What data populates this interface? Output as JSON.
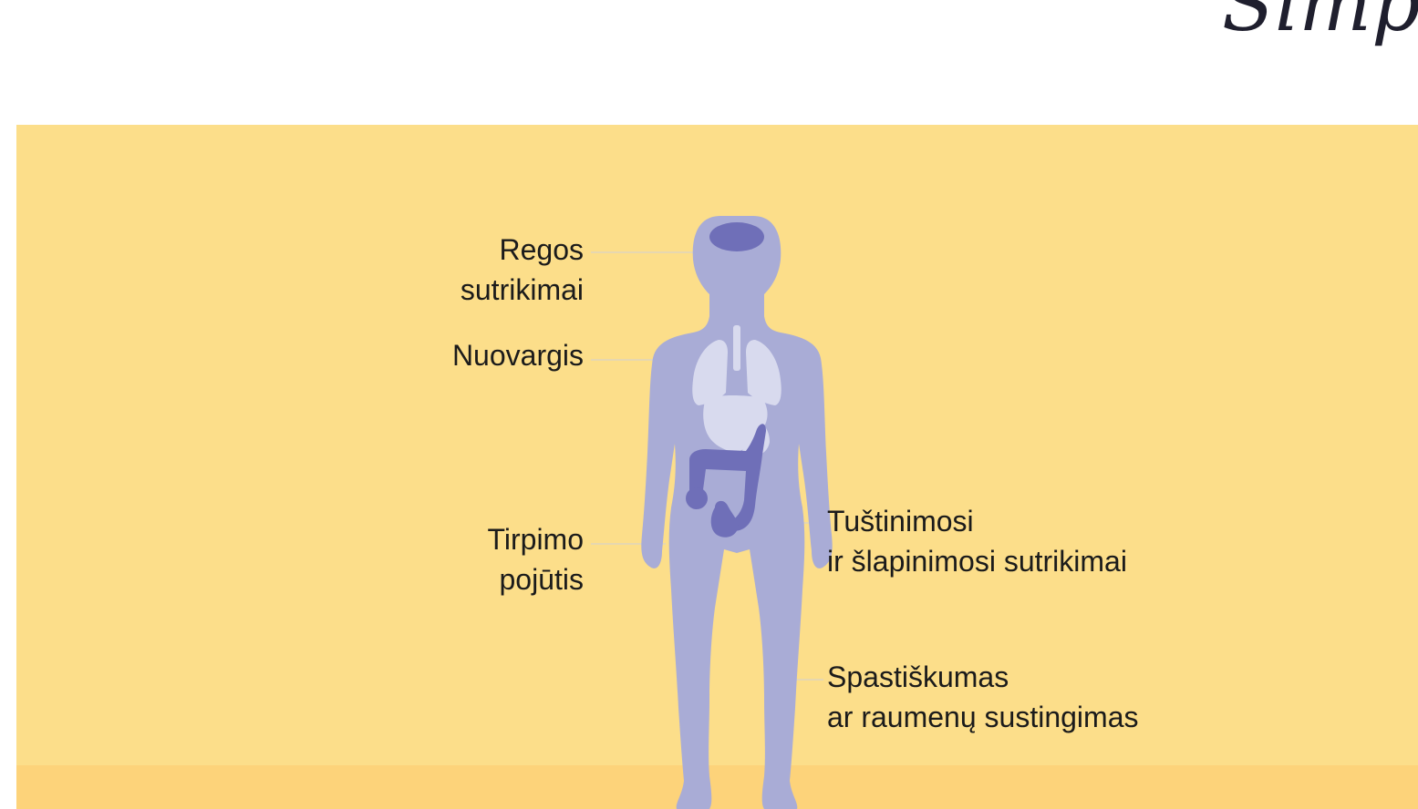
{
  "heading": {
    "text": "Simp"
  },
  "labels": {
    "vision": [
      "Regos",
      "sutrikimai"
    ],
    "fatigue": [
      "Nuovargis"
    ],
    "numbness": [
      "Tirpimo",
      "pojūtis"
    ],
    "bowel_bladder": [
      "Tuštinimosi",
      "ir šlapinimosi sutrikimai"
    ],
    "spasticity": [
      "Spastiškumas",
      "ar raumenų sustingimas"
    ]
  },
  "colors": {
    "background": "#fcde8a",
    "floor": "#fdd37a",
    "body": "#a9acd6",
    "organs_light": "#d8daee",
    "organs_highlight": "#6f6fb8",
    "leader_line": "#e6d7b0"
  }
}
